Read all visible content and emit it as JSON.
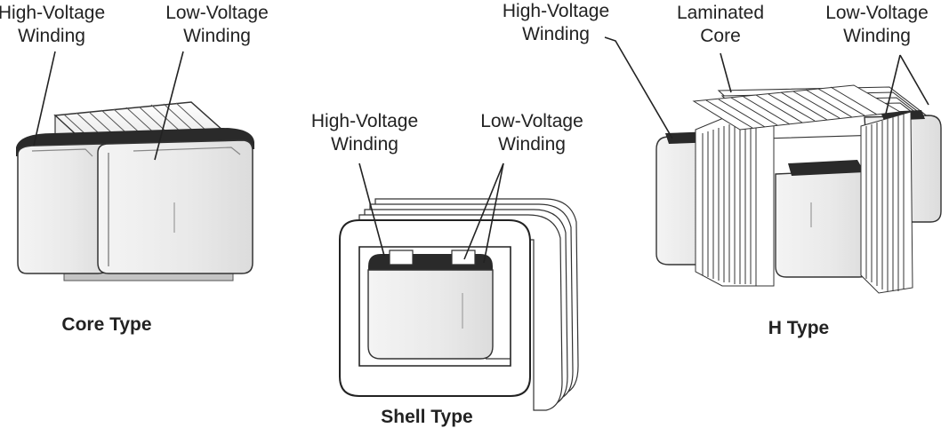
{
  "core_type": {
    "caption": "Core Type",
    "hv_label": [
      "High-Voltage",
      "Winding"
    ],
    "lv_label": [
      "Low-Voltage",
      "Winding"
    ]
  },
  "shell_type": {
    "caption": "Shell Type",
    "hv_label": [
      "High-Voltage",
      "Winding"
    ],
    "lv_label": [
      "Low-Voltage",
      "Winding"
    ]
  },
  "h_type": {
    "caption": "H Type",
    "hv_label": [
      "High-Voltage",
      "Winding"
    ],
    "core_label": [
      "Laminated",
      "Core"
    ],
    "lv_label": [
      "Low-Voltage",
      "Winding"
    ]
  },
  "colors": {
    "line": "#222222",
    "winding_fill": "#efefef",
    "core_fill": "#ffffff",
    "dark_band": "#2a2a2a",
    "base_fill": "#bdbdbd"
  }
}
